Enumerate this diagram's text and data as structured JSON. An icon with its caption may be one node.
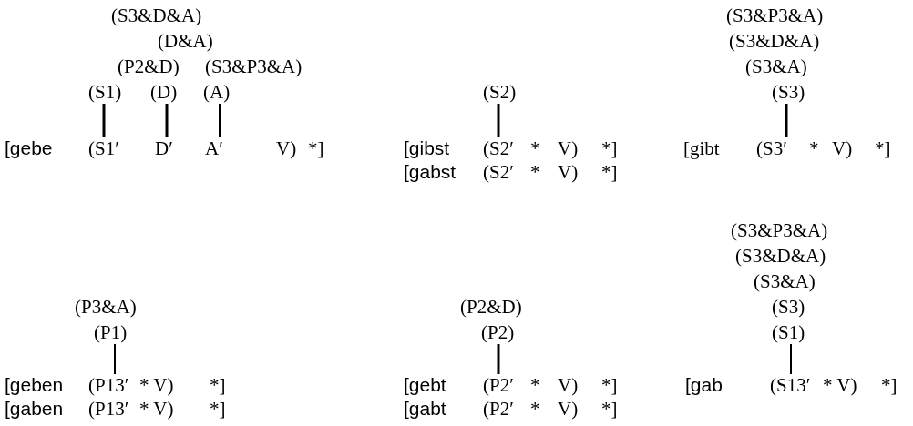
{
  "diagram": {
    "nodes": [
      {
        "text": [
          "(S1)"
        ]
      },
      {
        "text": [
          "(S1′"
        ]
      },
      {
        "text": [
          "(D)"
        ]
      },
      {
        "text": [
          "D′"
        ]
      },
      {
        "text": [
          "(A)"
        ]
      },
      {
        "text": [
          "A′"
        ]
      },
      {
        "text": [
          "(S2)"
        ]
      },
      {
        "text": [
          "(S2′"
        ]
      },
      {
        "text": [
          "(S3)"
        ]
      },
      {
        "text": [
          "(S3′"
        ]
      },
      {
        "text": [
          "(P1)"
        ]
      },
      {
        "text": [
          "(P13′"
        ]
      },
      {
        "text": [
          "(P2)"
        ]
      },
      {
        "text": [
          "(P2′"
        ]
      },
      {
        "text": [
          "(S1)"
        ]
      },
      {
        "text": [
          "(S13′"
        ]
      }
    ],
    "edges": [
      {
        "from": 0,
        "to": 1,
        "arrow": "none"
      },
      {
        "from": 2,
        "to": 3,
        "arrow": "none"
      },
      {
        "from": 4,
        "to": 5,
        "arrow": "none"
      },
      {
        "from": 6,
        "to": 7,
        "arrow": "none"
      },
      {
        "from": 8,
        "to": 9,
        "arrow": "none"
      },
      {
        "from": 10,
        "to": 11,
        "arrow": "none"
      },
      {
        "from": 12,
        "to": 13,
        "arrow": "none"
      },
      {
        "from": 14,
        "to": 15,
        "arrow": "none"
      }
    ],
    "labels": [
      "(S3&D&A)",
      "(D&A)",
      "(P2&D)",
      "(S3&P3&A)",
      "[gebe",
      "V)",
      "*]",
      "[gibst",
      "*",
      "V)",
      "*]",
      "[gabst",
      "(S2′",
      "*",
      "V)",
      "*]",
      "(S3&P3&A)",
      "(S3&D&A)",
      "(S3&A)",
      "[gibt",
      "*",
      "V)",
      "*]",
      "(P3&A)",
      "[geben",
      "* V)",
      "*]",
      "[gaben",
      "(P13′",
      "* V)",
      "*]",
      "(P2&D)",
      "[gebt",
      "*",
      "V)",
      "*]",
      "[gabt",
      "(P2′",
      "*",
      "V)",
      "*]",
      "(S3&P3&A)",
      "(S3&D&A)",
      "(S3&A)",
      "(S3)",
      "[gab",
      "* V)",
      "*]"
    ]
  }
}
